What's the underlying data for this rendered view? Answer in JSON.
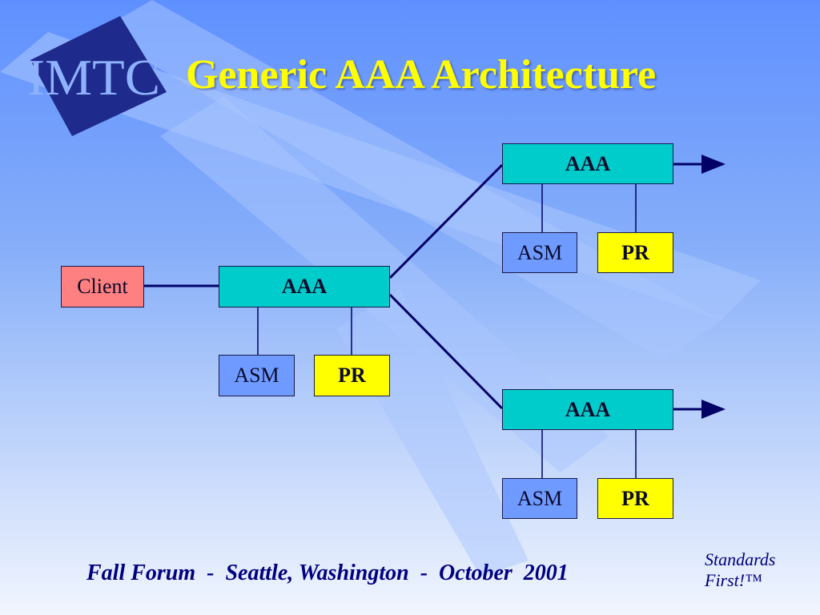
{
  "title": "Generic AAA Architecture",
  "logo": {
    "text": "IMTC"
  },
  "diagram": {
    "client": "Client",
    "center": {
      "aaa": "AAA",
      "asm": "ASM",
      "pr": "PR"
    },
    "upper": {
      "aaa": "AAA",
      "asm": "ASM",
      "pr": "PR"
    },
    "lower": {
      "aaa": "AAA",
      "asm": "ASM",
      "pr": "PR"
    }
  },
  "footer": {
    "event": "Fall Forum  -  Seattle, Washington  -  October  2001"
  },
  "slogan": {
    "line1": "Standards",
    "line2": "First!™"
  },
  "colors": {
    "title": "#ffff00",
    "aaa_box": "#00cccc",
    "asm_box": "#6f9aff",
    "pr_box": "#ffff00",
    "client_box": "#ff8080",
    "lines": "#000066",
    "footer_text": "#000080"
  }
}
